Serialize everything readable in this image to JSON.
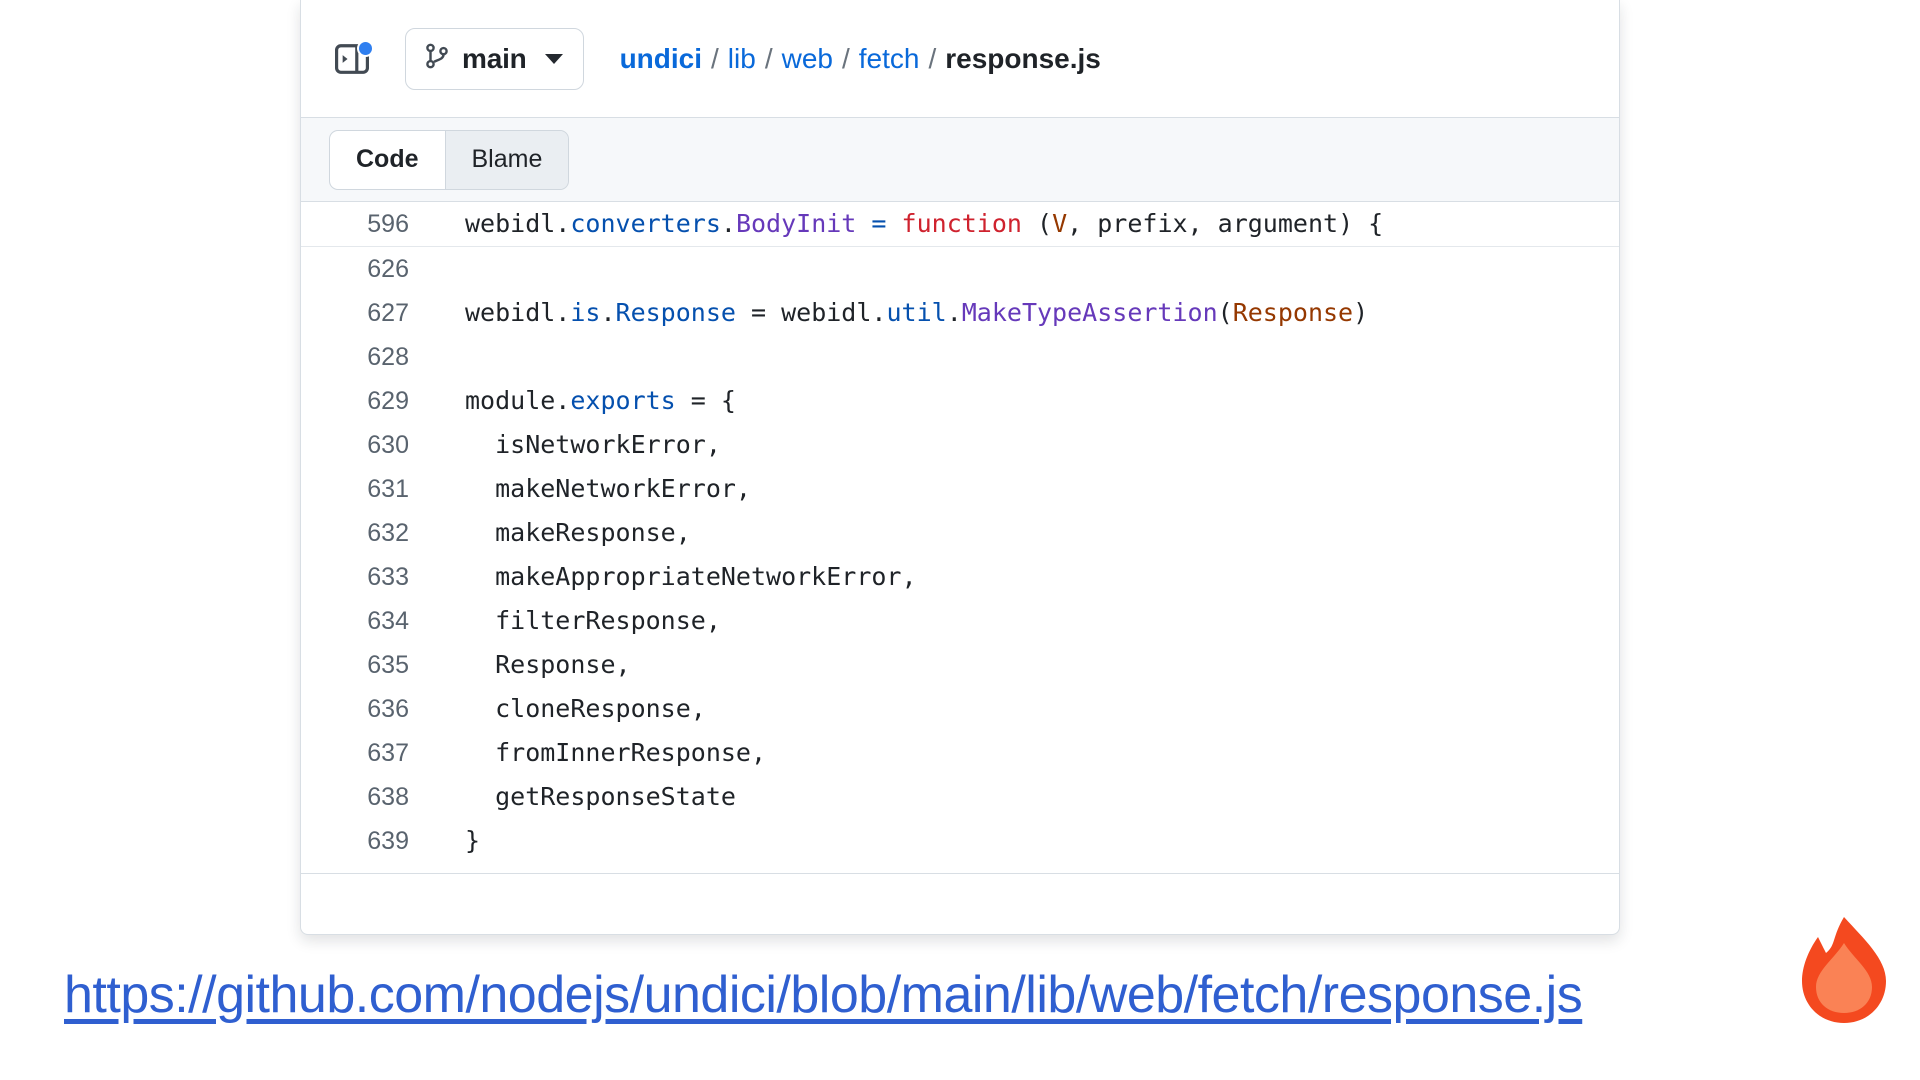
{
  "file_viewer": {
    "sidebar_toggle": {
      "icon": "sidebar-expand-icon",
      "has_notification_dot": true,
      "dot_color": "#2f7ff0"
    },
    "branch": {
      "icon": "git-branch-icon",
      "name": "main",
      "caret": "chevron-down-icon"
    },
    "breadcrumb": {
      "repo": "undici",
      "separator": "/",
      "dirs": [
        "lib",
        "web",
        "fetch"
      ],
      "file": "response.js"
    },
    "tabs": [
      {
        "label": "Code",
        "active": true
      },
      {
        "label": "Blame",
        "active": false
      }
    ],
    "code": {
      "lines": [
        {
          "number": "596",
          "first": true,
          "tokens": [
            {
              "text": "webidl.",
              "cls": "t-plain"
            },
            {
              "text": "converters",
              "cls": "t-prop"
            },
            {
              "text": ".",
              "cls": "t-plain"
            },
            {
              "text": "BodyInit",
              "cls": "t-entity"
            },
            {
              "text": " ",
              "cls": "t-plain"
            },
            {
              "text": "=",
              "cls": "t-op"
            },
            {
              "text": " ",
              "cls": "t-plain"
            },
            {
              "text": "function",
              "cls": "t-kw"
            },
            {
              "text": " (",
              "cls": "t-plain"
            },
            {
              "text": "V",
              "cls": "t-var"
            },
            {
              "text": ", prefix, argument) {",
              "cls": "t-plain"
            }
          ]
        },
        {
          "number": "626",
          "tokens": []
        },
        {
          "number": "627",
          "tokens": [
            {
              "text": "webidl.",
              "cls": "t-plain"
            },
            {
              "text": "is",
              "cls": "t-prop"
            },
            {
              "text": ".",
              "cls": "t-plain"
            },
            {
              "text": "Response",
              "cls": "t-prop"
            },
            {
              "text": " = webidl.",
              "cls": "t-plain"
            },
            {
              "text": "util",
              "cls": "t-prop"
            },
            {
              "text": ".",
              "cls": "t-plain"
            },
            {
              "text": "MakeTypeAssertion",
              "cls": "t-entity"
            },
            {
              "text": "(",
              "cls": "t-plain"
            },
            {
              "text": "Response",
              "cls": "t-var"
            },
            {
              "text": ")",
              "cls": "t-plain"
            }
          ]
        },
        {
          "number": "628",
          "tokens": []
        },
        {
          "number": "629",
          "tokens": [
            {
              "text": "module.",
              "cls": "t-plain"
            },
            {
              "text": "exports",
              "cls": "t-prop"
            },
            {
              "text": " = {",
              "cls": "t-plain"
            }
          ]
        },
        {
          "number": "630",
          "tokens": [
            {
              "text": "  isNetworkError,",
              "cls": "t-plain"
            }
          ]
        },
        {
          "number": "631",
          "tokens": [
            {
              "text": "  makeNetworkError,",
              "cls": "t-plain"
            }
          ]
        },
        {
          "number": "632",
          "tokens": [
            {
              "text": "  makeResponse,",
              "cls": "t-plain"
            }
          ]
        },
        {
          "number": "633",
          "tokens": [
            {
              "text": "  makeAppropriateNetworkError,",
              "cls": "t-plain"
            }
          ]
        },
        {
          "number": "634",
          "tokens": [
            {
              "text": "  filterResponse,",
              "cls": "t-plain"
            }
          ]
        },
        {
          "number": "635",
          "tokens": [
            {
              "text": "  Response,",
              "cls": "t-plain"
            }
          ]
        },
        {
          "number": "636",
          "tokens": [
            {
              "text": "  cloneResponse,",
              "cls": "t-plain"
            }
          ]
        },
        {
          "number": "637",
          "tokens": [
            {
              "text": "  fromInnerResponse,",
              "cls": "t-plain"
            }
          ]
        },
        {
          "number": "638",
          "tokens": [
            {
              "text": "  getResponseState",
              "cls": "t-plain"
            }
          ]
        },
        {
          "number": "639",
          "tokens": [
            {
              "text": "}",
              "cls": "t-plain"
            }
          ]
        }
      ]
    }
  },
  "url": {
    "text": "https://github.com/nodejs/undici/blob/main/lib/web/fetch/response.js"
  },
  "cursor": {
    "icon": "flame-cursor-icon",
    "colors": {
      "outer": "#f4491f",
      "inner": "#fa8255"
    }
  },
  "colors": {
    "link_blue": "#0969da",
    "url_blue": "#2f5fd0",
    "notification_dot": "#2f7ff0",
    "border": "#d8dee4",
    "tab_bg": "#f6f8fa"
  }
}
